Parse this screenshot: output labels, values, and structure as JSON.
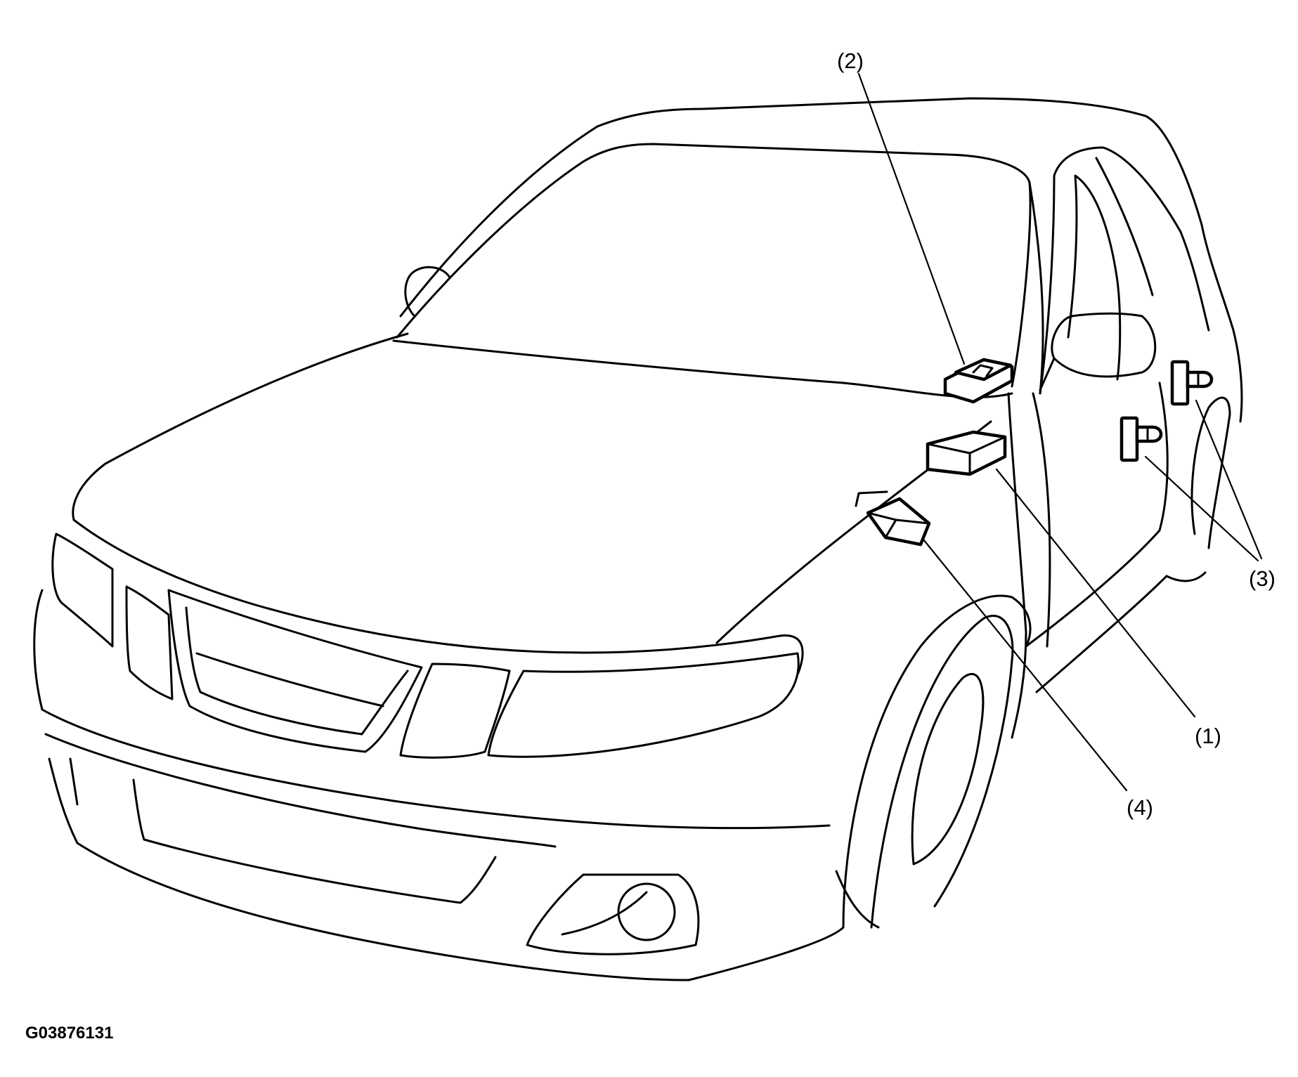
{
  "figure": {
    "id": "G03876131"
  },
  "callouts": [
    {
      "key": "c1",
      "text": "(1)"
    },
    {
      "key": "c2",
      "text": "(2)"
    },
    {
      "key": "c3",
      "text": "(3)"
    },
    {
      "key": "c4",
      "text": "(4)"
    }
  ]
}
